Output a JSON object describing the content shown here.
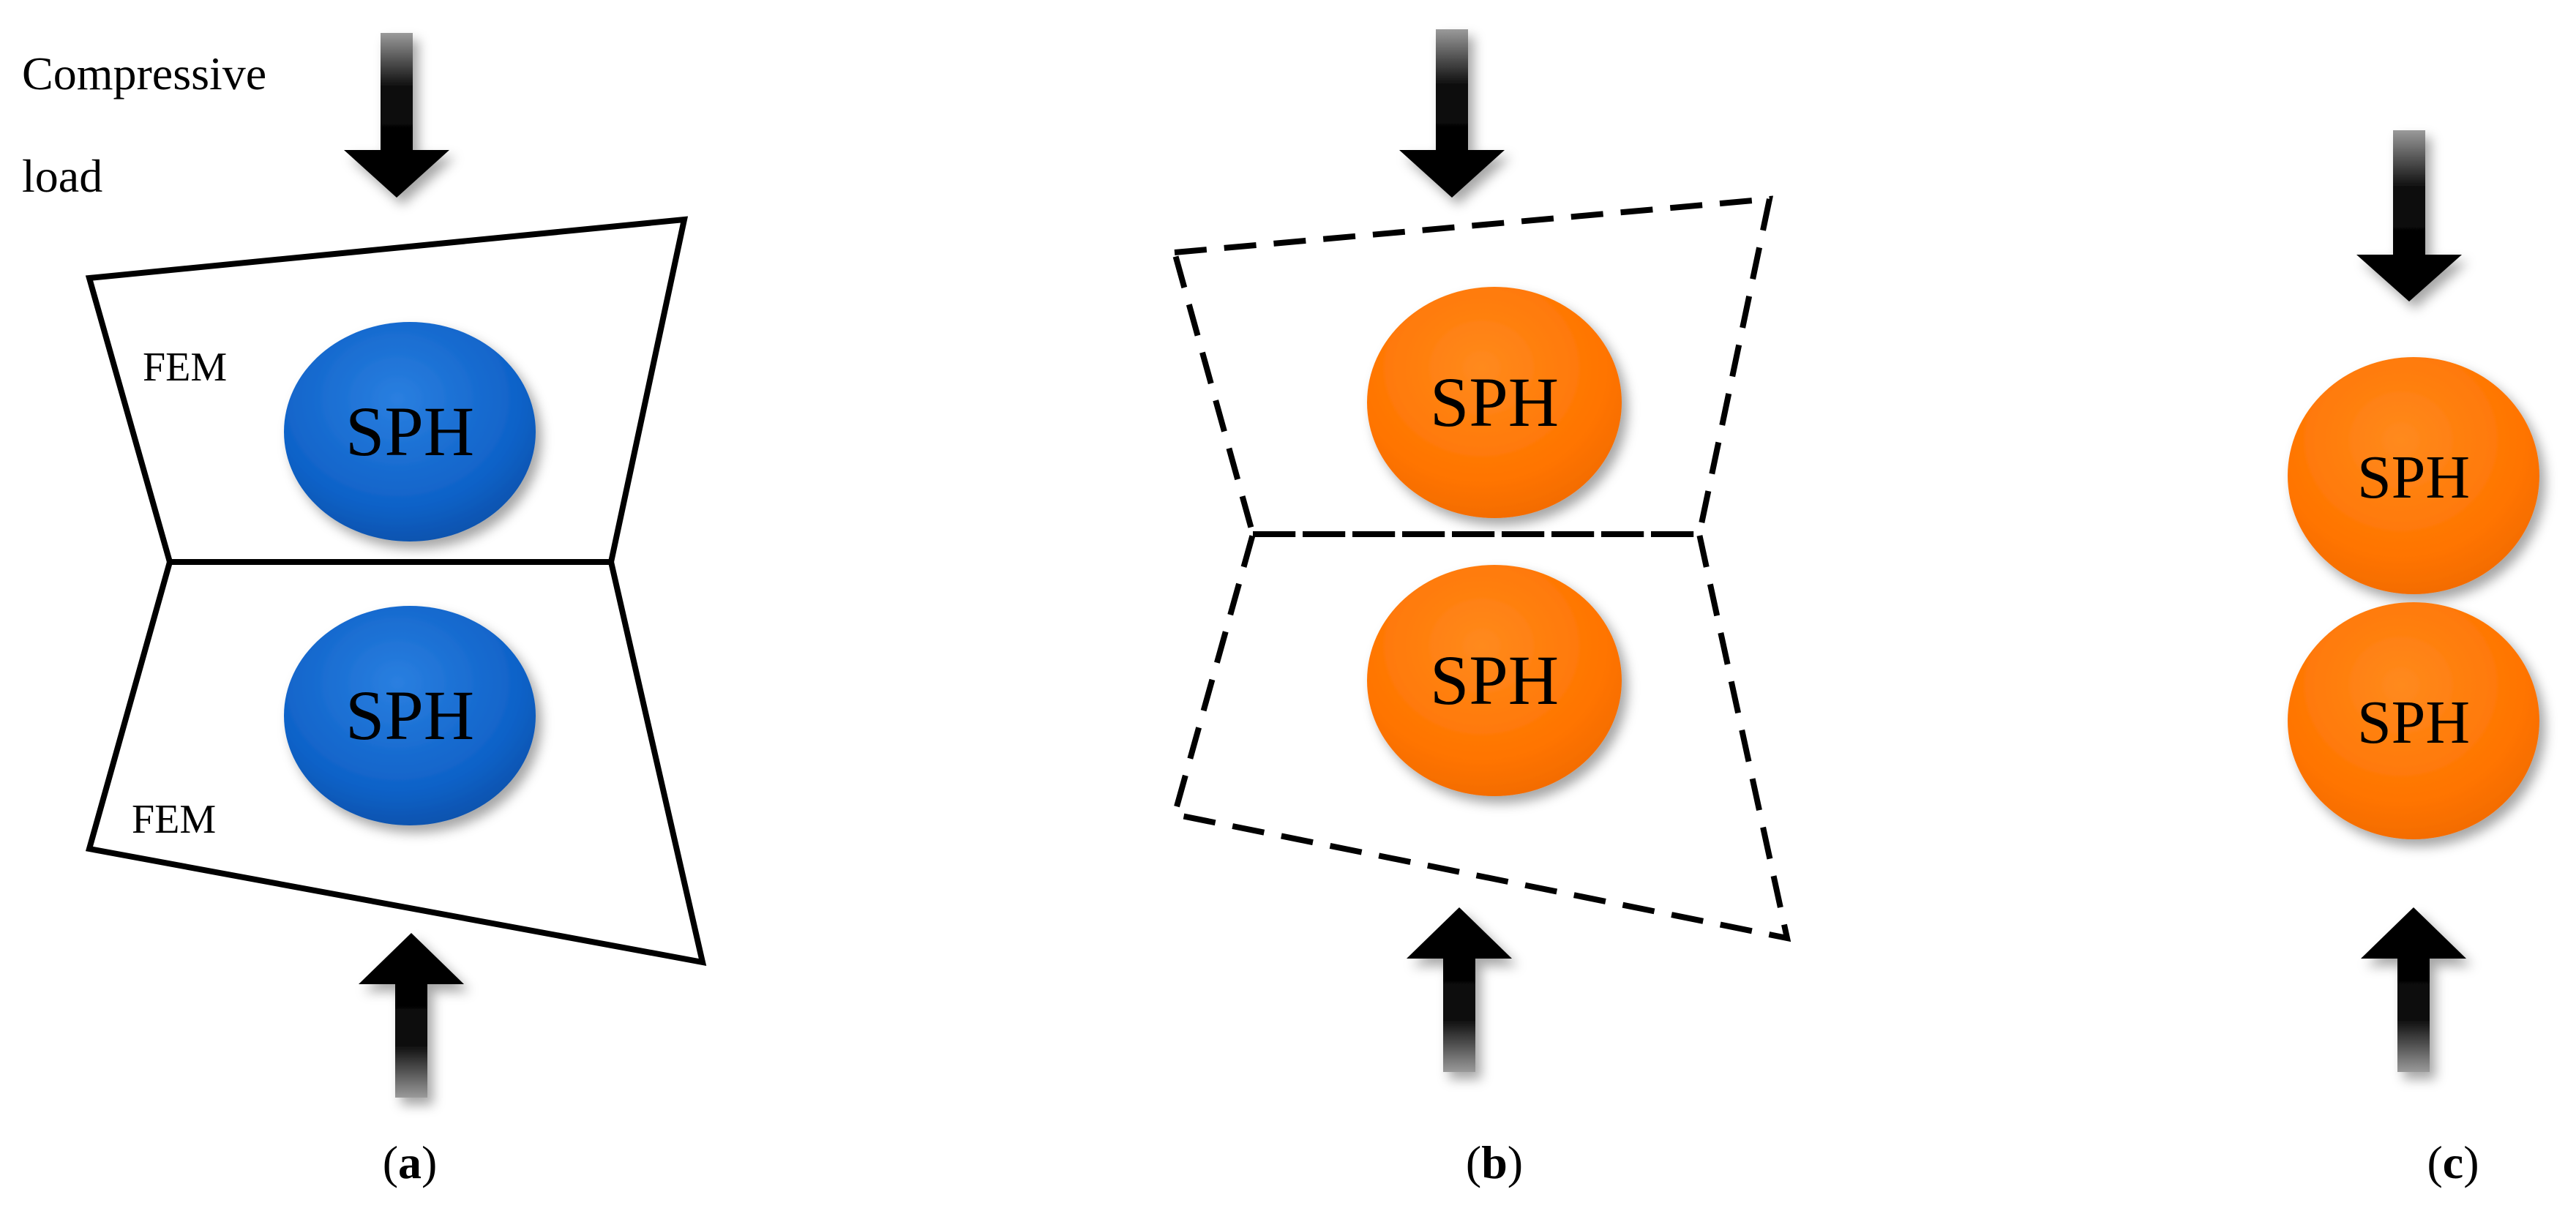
{
  "labels": {
    "load_line1": "Compressive",
    "load_line2": "load",
    "fem": "FEM",
    "sph": "SPH",
    "panel_a": "a",
    "panel_b": "b",
    "panel_c": "c",
    "paren_open": "(",
    "paren_close": ")"
  },
  "colors": {
    "blue_sph": "#1565C0",
    "orange_sph": "#FF6F00",
    "outline": "#000000"
  },
  "icons": [
    "down-arrow-icon",
    "up-arrow-icon"
  ]
}
